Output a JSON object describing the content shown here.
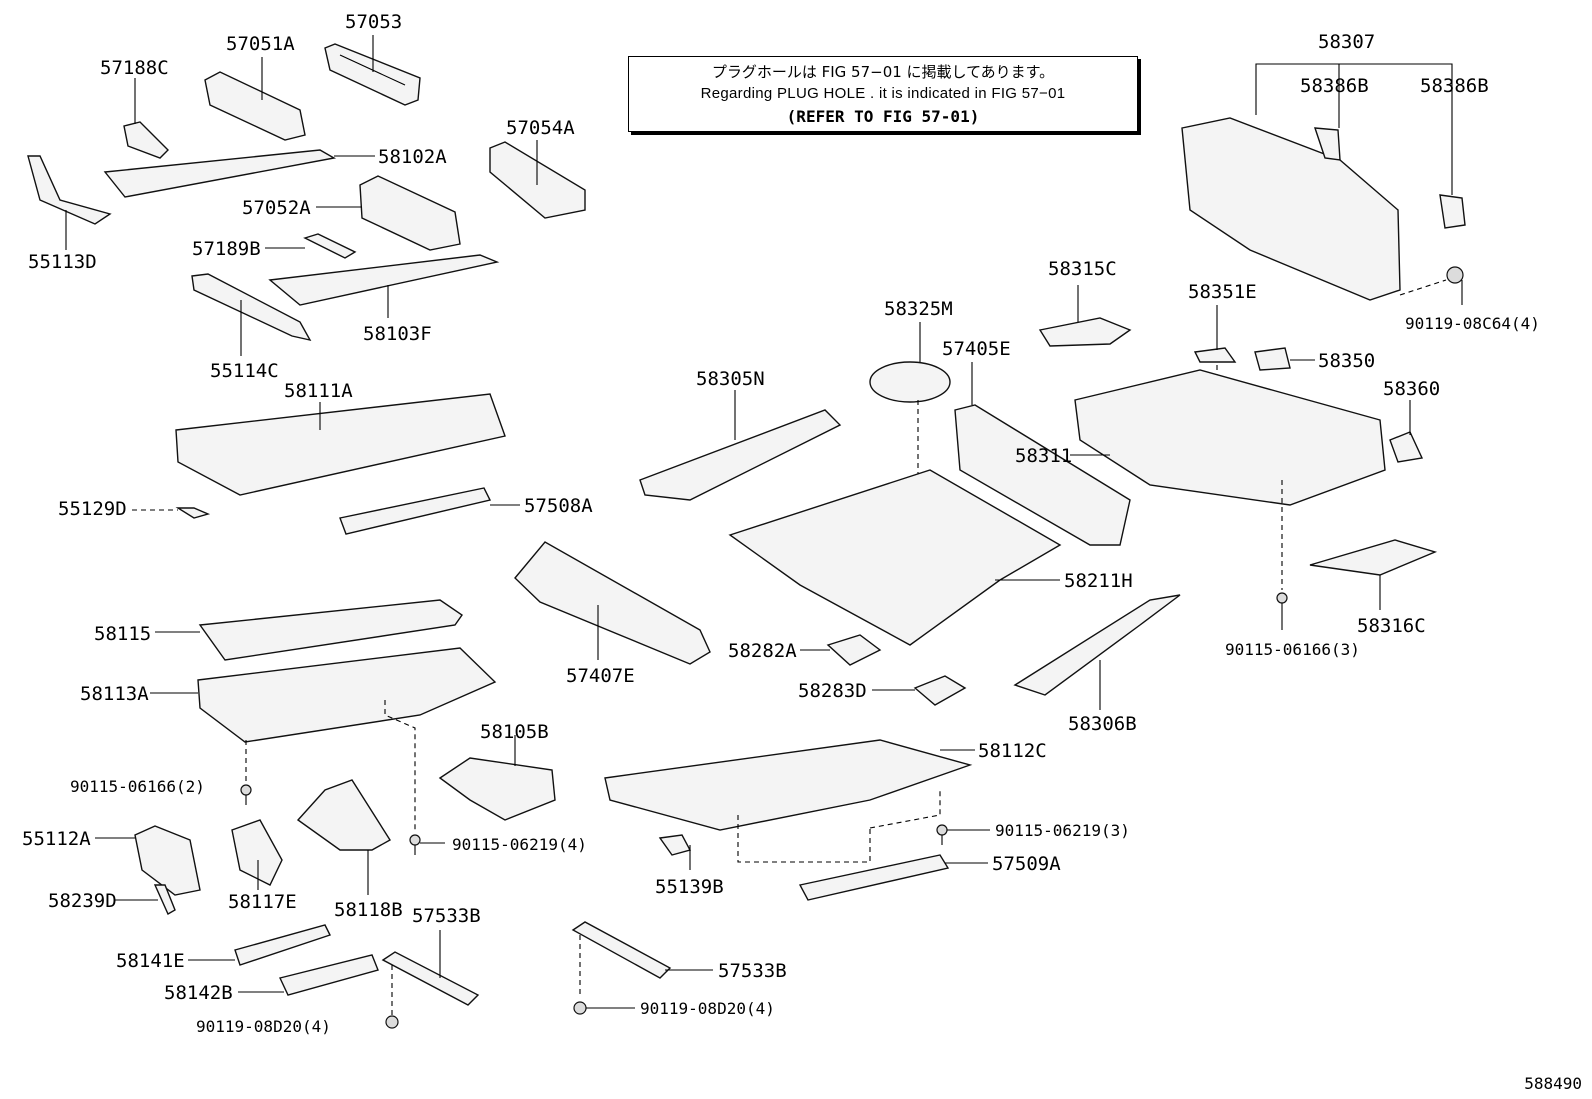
{
  "note": {
    "japanese": "プラグホールは FIG 57−01 に掲載してあります。",
    "english": "Regarding  PLUG  HOLE . it is indicated in FIG  57−01",
    "reference": "(REFER TO FIG 57-01)"
  },
  "figure_id": "588490",
  "labels": {
    "p57053": "57053",
    "p57051A": "57051A",
    "p57188C": "57188C",
    "p58102A": "58102A",
    "p57054A": "57054A",
    "p55113D": "55113D",
    "p57052A": "57052A",
    "p57189B": "57189B",
    "p58103F": "58103F",
    "p55114C": "55114C",
    "p58111A": "58111A",
    "p55129D": "55129D",
    "p57508A": "57508A",
    "p58115": "58115",
    "p58113A": "58113A",
    "p57407E": "57407E",
    "p58105B": "58105B",
    "p90115_06166_2": "90115-06166(2)",
    "p90115_06219_4": "90115-06219(4)",
    "p55112A": "55112A",
    "p58239D": "58239D",
    "p58117E": "58117E",
    "p58118B": "58118B",
    "p57533B_a": "57533B",
    "p58141E": "58141E",
    "p58142B": "58142B",
    "p90119_08D20_4a": "90119-08D20(4)",
    "p57533B_b": "57533B",
    "p90119_08D20_4b": "90119-08D20(4)",
    "p58307": "58307",
    "p58386B_a": "58386B",
    "p58386B_b": "58386B",
    "p90119_08C64_4": "90119-08C64(4)",
    "p58315C": "58315C",
    "p58325M": "58325M",
    "p57405E": "57405E",
    "p58351E": "58351E",
    "p58350": "58350",
    "p58360": "58360",
    "p58305N": "58305N",
    "p58311": "58311",
    "p58211H": "58211H",
    "p58316C": "58316C",
    "p90115_06166_3": "90115-06166(3)",
    "p58282A": "58282A",
    "p58283D": "58283D",
    "p58306B": "58306B",
    "p58112C": "58112C",
    "p90115_06219_3": "90115-06219(3)",
    "p55139B": "55139B",
    "p57509A": "57509A"
  }
}
